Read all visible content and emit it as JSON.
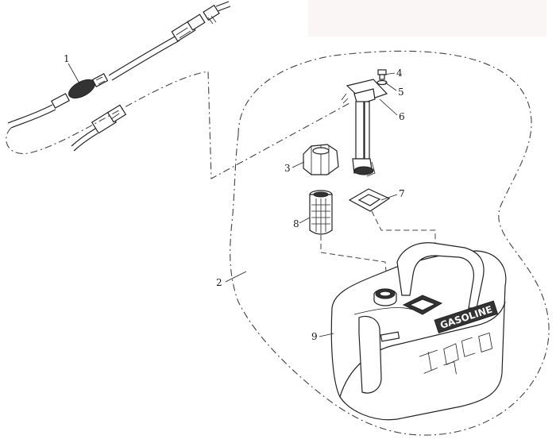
{
  "callouts": [
    {
      "id": "1",
      "label": "1"
    },
    {
      "id": "2",
      "label": "2"
    },
    {
      "id": "3",
      "label": "3"
    },
    {
      "id": "4",
      "label": "4"
    },
    {
      "id": "5",
      "label": "5"
    },
    {
      "id": "6",
      "label": "6"
    },
    {
      "id": "7",
      "label": "7"
    },
    {
      "id": "8",
      "label": "8"
    },
    {
      "id": "9",
      "label": "9"
    }
  ],
  "tank": {
    "decal_text": "GASOLINE"
  }
}
